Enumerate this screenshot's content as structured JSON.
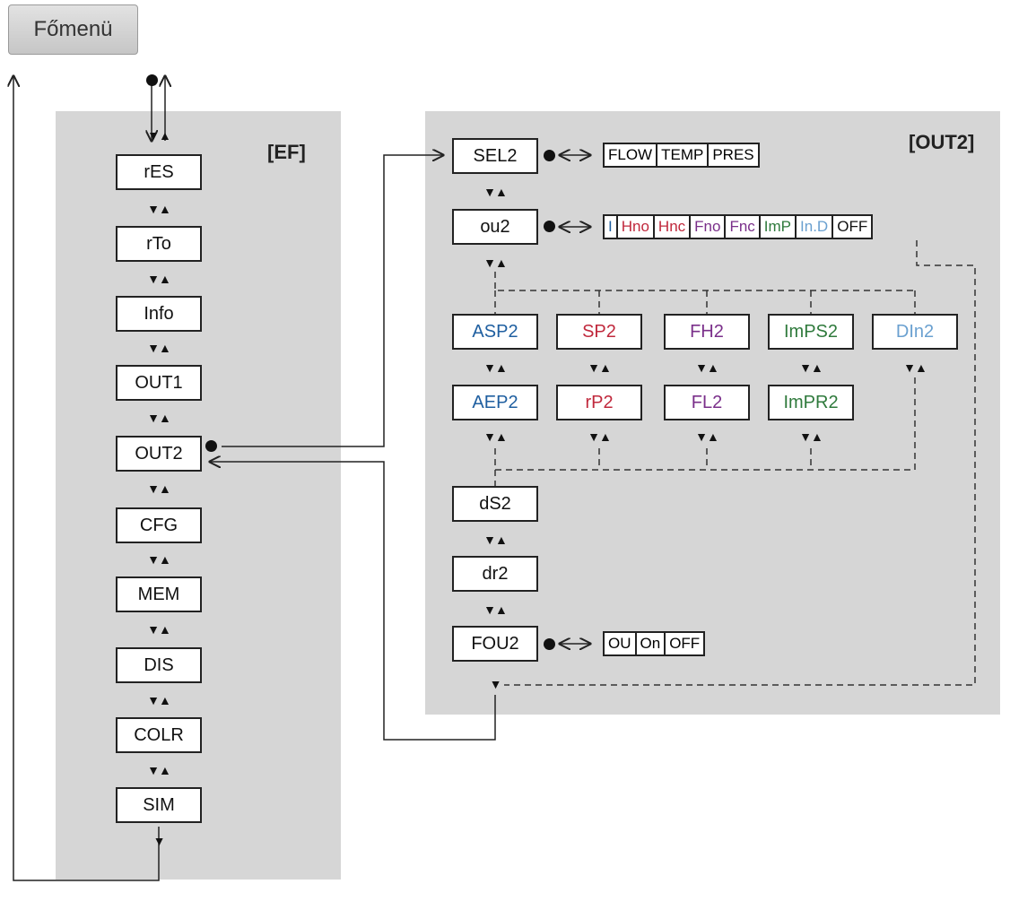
{
  "main_menu": "Főmenü",
  "ef_panel": {
    "label": "[EF]",
    "items": [
      "rES",
      "rTo",
      "Info",
      "OUT1",
      "OUT2",
      "CFG",
      "MEM",
      "DIS",
      "COLR",
      "SIM"
    ]
  },
  "out2_panel": {
    "label": "[OUT2]",
    "sel2": "SEL2",
    "sel2_options": [
      "FLOW",
      "TEMP",
      "PRES"
    ],
    "ou2": "ou2",
    "ou2_options": [
      {
        "text": "I",
        "color": "#1f5fa0"
      },
      {
        "text": "Hno",
        "color": "#c0283c"
      },
      {
        "text": "Hnc",
        "color": "#c0283c"
      },
      {
        "text": "Fno",
        "color": "#7a2f8a"
      },
      {
        "text": "Fnc",
        "color": "#7a2f8a"
      },
      {
        "text": "ImP",
        "color": "#2f7a3c"
      },
      {
        "text": "In.D",
        "color": "#6aa0d0"
      },
      {
        "text": "OFF",
        "color": "#111111"
      }
    ],
    "columns": [
      {
        "top": "ASP2",
        "bottom": "AEP2",
        "color": "#1f5fa0"
      },
      {
        "top": "SP2",
        "bottom": "rP2",
        "color": "#c0283c"
      },
      {
        "top": "FH2",
        "bottom": "FL2",
        "color": "#7a2f8a"
      },
      {
        "top": "ImPS2",
        "bottom": "ImPR2",
        "color": "#2f7a3c"
      },
      {
        "top": "DIn2",
        "bottom": "",
        "color": "#6aa0d0"
      }
    ],
    "ds2": "dS2",
    "dr2": "dr2",
    "fou2": "FOU2",
    "fou2_options": [
      "OU",
      "On",
      "OFF"
    ]
  },
  "symbols": {
    "updown": "▼▲",
    "down": "▼",
    "biarrow": "<=>"
  }
}
